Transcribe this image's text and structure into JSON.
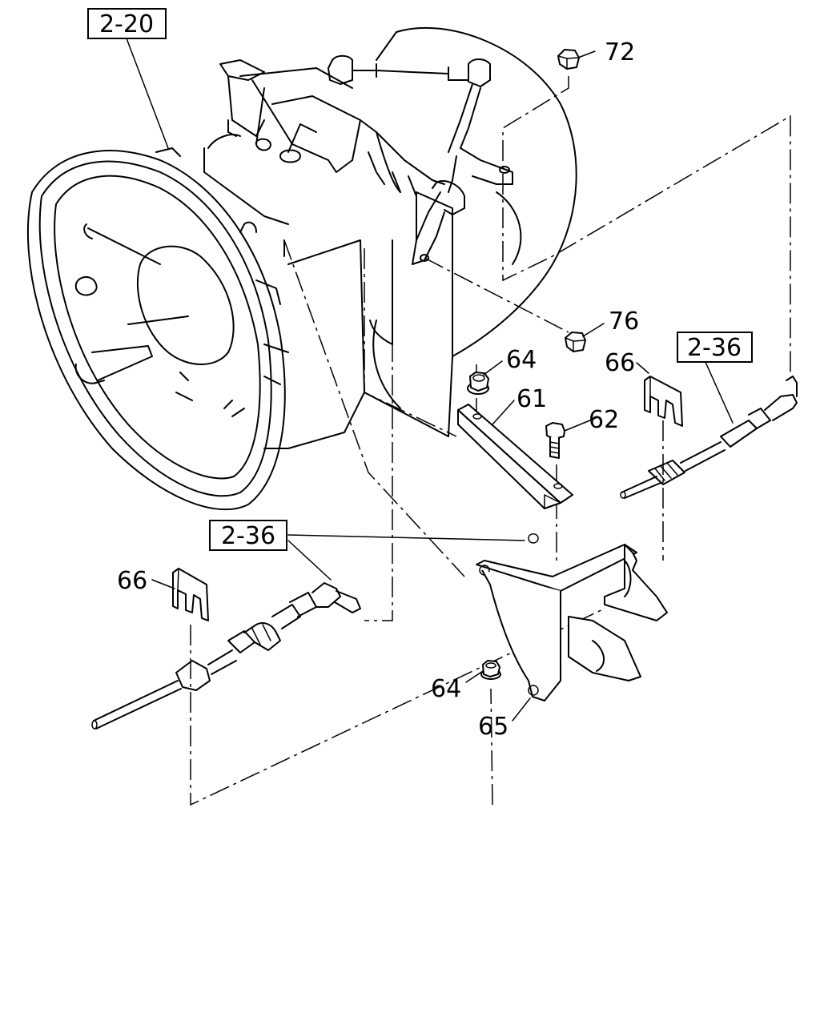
{
  "references": {
    "ref_top": "2-20",
    "ref_right": "2-36",
    "ref_left": "2-36"
  },
  "callouts": {
    "p72": "72",
    "p76": "76",
    "p64_top": "64",
    "p66_right": "66",
    "p61": "61",
    "p62": "62",
    "p66_left": "66",
    "p64_bottom": "64",
    "p65": "65"
  }
}
